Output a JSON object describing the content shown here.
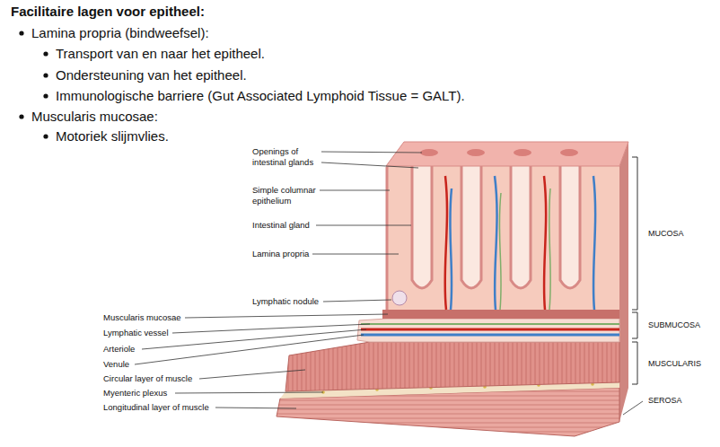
{
  "diagram": {
    "title": "Facilitaire lagen voor epitheel:",
    "labels": [
      "Lamina propria (bindweefsel):",
      "Transport van en naar het epitheel.",
      "Ondersteuning van het epitheel.",
      "Immunologische barriere (Gut Associated Lymphoid Tissue = GALT).",
      "Muscularis mucosae:",
      "Motoriek slijmvlies.",
      "Openings of intestinal glands",
      "Simple columnar epithelium",
      "Intestinal gland",
      "Lamina propria",
      "Lymphatic nodule",
      "Muscularis mucosae",
      "Lymphatic vessel",
      "Arteriole",
      "Venule",
      "Circular layer of muscle",
      "Myenteric plexus",
      "Longitudinal layer of muscle",
      "MUCOSA",
      "SUBMUCOSA",
      "MUSCULARIS",
      "SEROSA"
    ]
  }
}
